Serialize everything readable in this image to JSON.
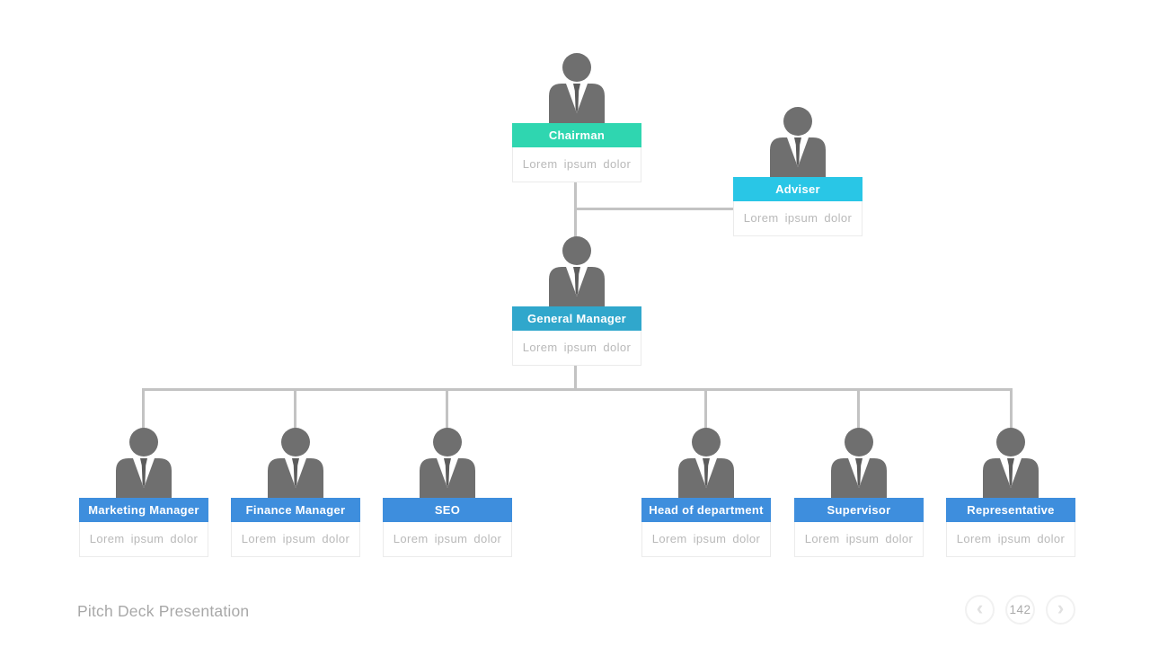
{
  "org_chart": {
    "nodes": [
      {
        "id": "chairman",
        "title": "Chairman",
        "subtitle": "Lorem ipsum dolor",
        "accent_color": "#2fd6b0"
      },
      {
        "id": "adviser",
        "title": "Adviser",
        "subtitle": "Lorem ipsum dolor",
        "accent_color": "#29c6e6"
      },
      {
        "id": "general-manager",
        "title": "General Manager",
        "subtitle": "Lorem ipsum dolor",
        "accent_color": "#30a7cc"
      },
      {
        "id": "marketing-manager",
        "title": "Marketing Manager",
        "subtitle": "Lorem ipsum dolor",
        "accent_color": "#3e8edd"
      },
      {
        "id": "finance-manager",
        "title": "Finance Manager",
        "subtitle": "Lorem ipsum dolor",
        "accent_color": "#3e8edd"
      },
      {
        "id": "seo",
        "title": "SEO",
        "subtitle": "Lorem ipsum dolor",
        "accent_color": "#3e8edd"
      },
      {
        "id": "head-of-department",
        "title": "Head of department",
        "subtitle": "Lorem ipsum dolor",
        "accent_color": "#3e8edd"
      },
      {
        "id": "supervisor",
        "title": "Supervisor",
        "subtitle": "Lorem ipsum dolor",
        "accent_color": "#3e8edd"
      },
      {
        "id": "representative",
        "title": "Representative",
        "subtitle": "Lorem ipsum dolor",
        "accent_color": "#3e8edd"
      }
    ],
    "icon": "person-icon",
    "person_icon_color": "#6f6f6f",
    "connector_color": "#c3c3c3"
  },
  "footer": {
    "title": "Pitch Deck Presentation",
    "page_number": "142",
    "prev_icon": "chevron-left",
    "next_icon": "chevron-right",
    "prev_glyph": "‹",
    "next_glyph": "›"
  }
}
